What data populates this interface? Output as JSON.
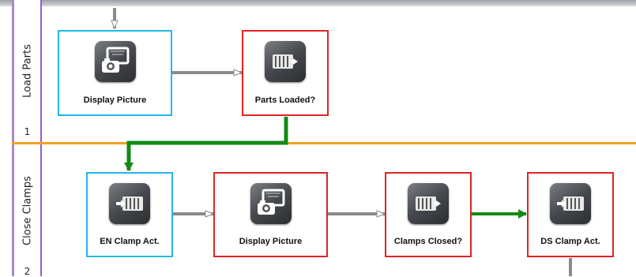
{
  "lanes": [
    {
      "title": "Load Parts",
      "number": "1"
    },
    {
      "title": "Close Clamps",
      "number": "2"
    }
  ],
  "nodes": [
    {
      "label": "Display Picture",
      "icon": "camera-picture-icon",
      "frame": "blue"
    },
    {
      "label": "Parts Loaded?",
      "icon": "check-inputs-icon",
      "frame": "red"
    },
    {
      "label": "EN Clamp Act.",
      "icon": "output-actuator-icon",
      "frame": "blue"
    },
    {
      "label": "Display Picture",
      "icon": "camera-picture-icon",
      "frame": "red"
    },
    {
      "label": "Clamps Closed?",
      "icon": "check-inputs-icon",
      "frame": "red"
    },
    {
      "label": "DS Clamp Act.",
      "icon": "output-actuator-icon",
      "frame": "red"
    }
  ],
  "colors": {
    "lane_border": "#9b59d0",
    "lane_separator": "#f0a020",
    "active_frame": "#22b7e8",
    "condition_frame": "#e32222",
    "true_connector": "#148a14",
    "default_connector": "#8a8a8a"
  }
}
